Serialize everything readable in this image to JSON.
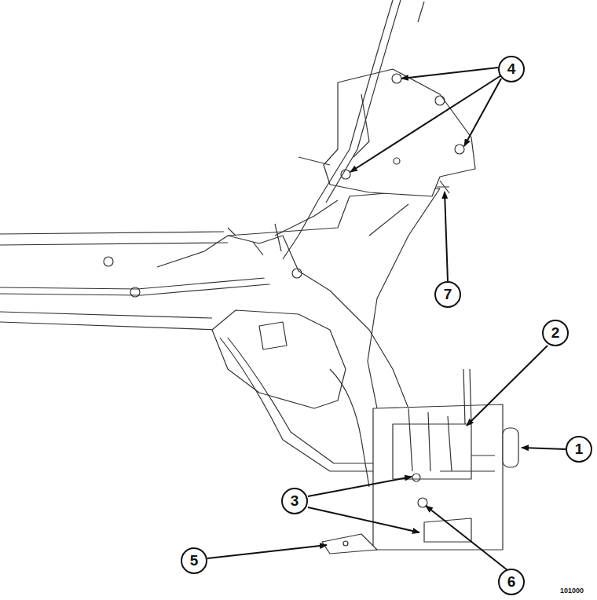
{
  "diagram": {
    "labels": [
      "4",
      "7",
      "2",
      "1",
      "3",
      "5",
      "6",
      "101000"
    ]
  }
}
